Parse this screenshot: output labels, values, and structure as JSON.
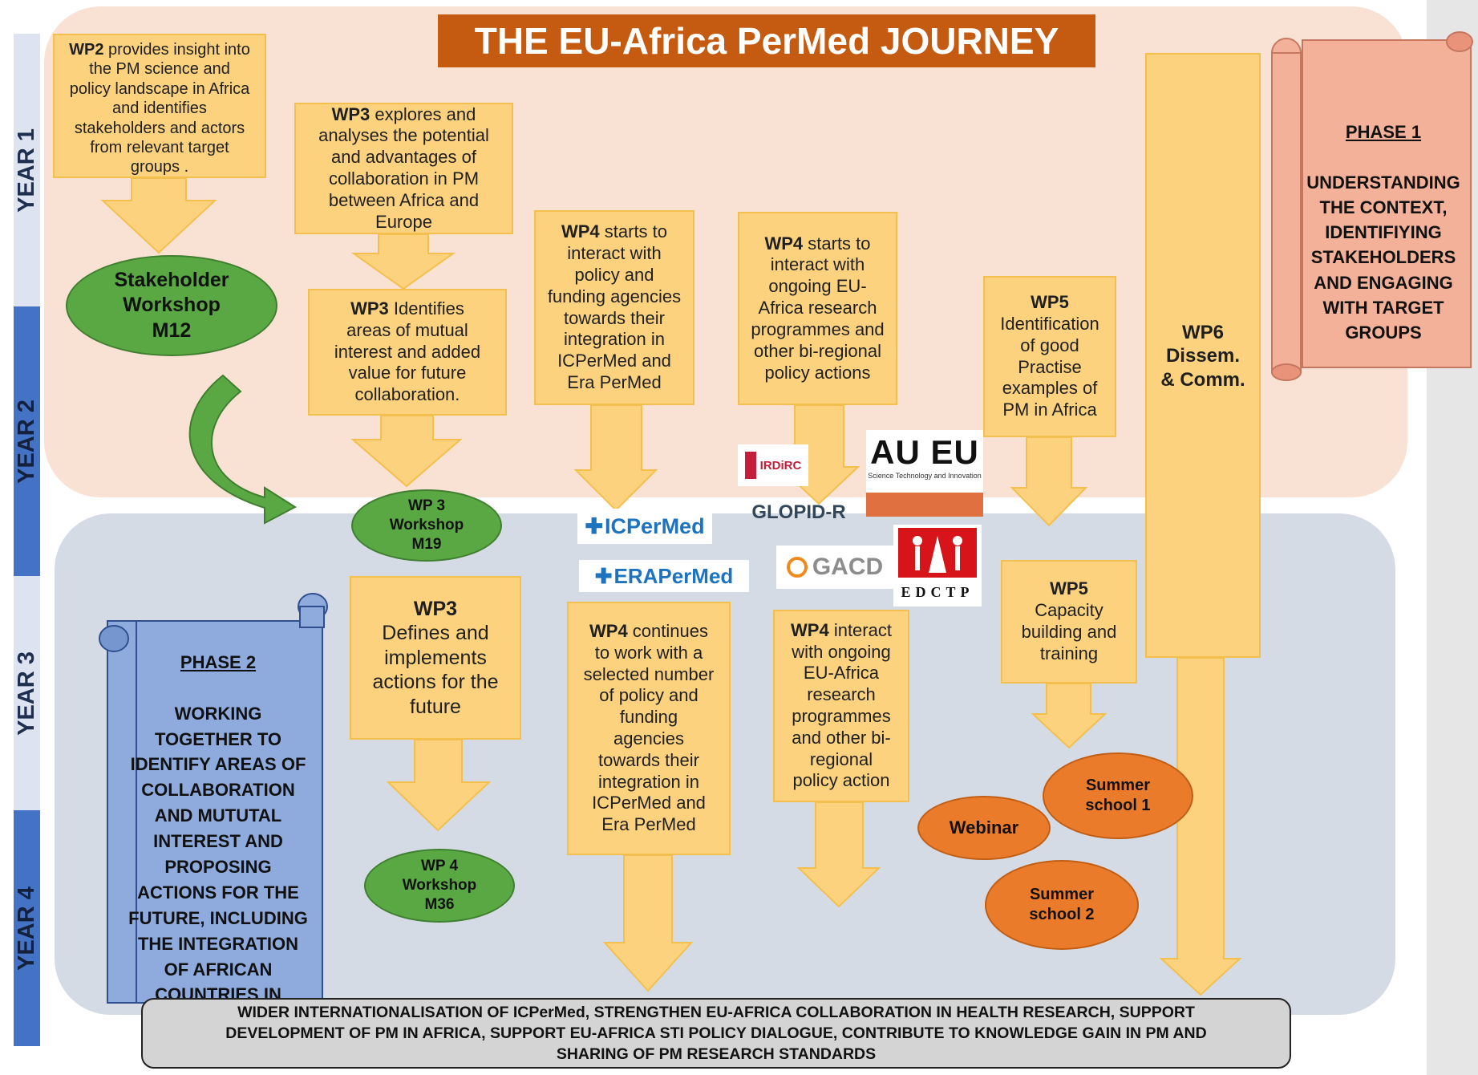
{
  "title": "THE EU-Africa PerMed JOURNEY",
  "years": [
    "YEAR 1",
    "YEAR 2",
    "YEAR 3",
    "YEAR 4"
  ],
  "phase1": {
    "heading": "PHASE 1",
    "text": "UNDERSTANDING\nTHE CONTEXT,\nIDENTIFIYING\nSTAKEHOLDERS\nAND ENGAGING\nWITH TARGET\nGROUPS"
  },
  "phase2": {
    "heading": "PHASE 2",
    "text": "WORKING\nTOGETHER TO\nIDENTIFY AREAS OF\nCOLLABORATION\nAND MUTUTAL\nINTEREST AND\nPROPOSING\nACTIONS FOR THE\nFUTURE, INCLUDING\nTHE INTEGRATION\nOF AFRICAN\nCOUNTRIES  IN\nICPerMed"
  },
  "boxes": {
    "wp2": {
      "bold": "WP2",
      "text": " provides insight into\nthe PM science and\npolicy landscape in Africa\nand identifies\nstakeholders and actors\nfrom relevant target\ngroups ."
    },
    "wp3_explores": {
      "bold": "WP3",
      "text": "  explores and\nanalyses the potential\nand advantages of\ncollaboration in PM\nbetween Africa and\nEurope"
    },
    "wp3_identifies": {
      "bold": "WP3",
      "text": "  Identifies\nareas of mutual\ninterest and added\nvalue for future\ncollaboration."
    },
    "wp4_policy": {
      "bold": "WP4",
      "text": " starts to\ninteract with\npolicy and\nfunding agencies\ntowards their\nintegration in\nICPerMed and\nEra PerMed"
    },
    "wp4_research": {
      "bold": "WP4",
      "text": " starts to\ninteract with\nongoing EU-\nAfrica research\nprogrammes and\nother bi-regional\npolicy actions"
    },
    "wp5_good": {
      "bold": "WP5",
      "text": "\nIdentification\nof good\nPractise\nexamples of\nPM in Africa"
    },
    "wp6": {
      "text": "WP6\nDissem.\n& Comm."
    },
    "wp3_defines": {
      "bold": "WP3",
      "text": "\nDefines and\nimplements\nactions for the\nfuture"
    },
    "wp4_continues": {
      "bold": "WP4",
      "text": " continues\nto work with  a\nselected number\nof policy and\nfunding\nagencies\ntowards their\nintegration in\nICPerMed and\nEra PerMed"
    },
    "wp4_interact": {
      "bold": "WP4",
      "text": "  interact\nwith ongoing\nEU-Africa\nresearch\nprogrammes\nand other bi-\nregional\npolicy action"
    },
    "wp5_capacity": {
      "bold": "WP5",
      "text": "\nCapacity\nbuilding and\ntraining"
    }
  },
  "events": {
    "stakeholder": "Stakeholder\nWorkshop\nM12",
    "wp3_workshop": "WP 3\nWorkshop\nM19",
    "wp4_workshop": "WP 4\nWorkshop\nM36",
    "webinar": "Webinar",
    "summer1": "Summer\nschool 1",
    "summer2": "Summer\nschool 2"
  },
  "logos": {
    "icpermed": "ICPerMed",
    "erapermed": "ERAPerMed",
    "irdirc": "IRDiRC",
    "glopidr": "GLOPID-R",
    "gacd": "GACD",
    "aueu": "AU EU",
    "aueu_sub": "Science Technology and Innovation",
    "edctp": "EDCTP"
  },
  "footer": "WIDER INTERNATIONALISATION OF ICPerMed, STRENGTHEN EU-AFRICA COLLABORATION IN HEALTH RESEARCH, SUPPORT\nDEVELOPMENT OF PM IN AFRICA, SUPPORT EU-AFRICA STI POLICY DIALOGUE, CONTRIBUTE TO KNOWLEDGE GAIN IN PM AND\nSHARING OF PM RESEARCH STANDARDS",
  "colors": {
    "phase1_panel": "#f9e1d4",
    "phase2_panel": "#d5dbe5",
    "box_fill": "#fcd27f",
    "arrow": "#fcd27f",
    "title_bg": "#c55a11",
    "green": "#5aa843",
    "orange": "#ea7b2a",
    "scroll1": "#f4b19a",
    "scroll2": "#8faadc"
  }
}
